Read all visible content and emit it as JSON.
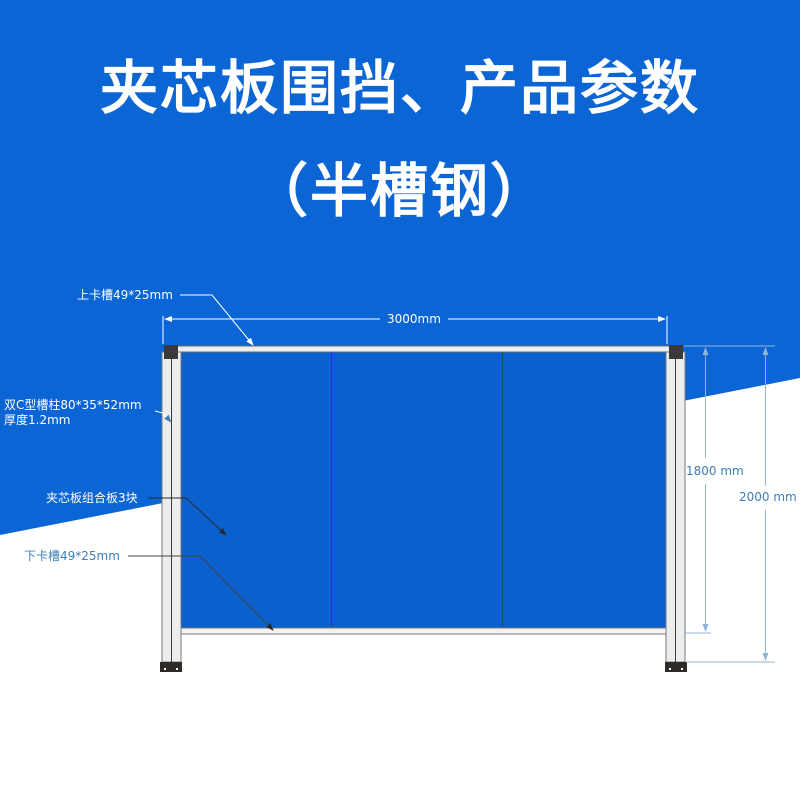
{
  "title": {
    "line1": "夹芯板围挡、产品参数",
    "line2": "（半槽钢）"
  },
  "colors": {
    "background_blue": "#0B65D4",
    "panel_blue": "#0A60CC",
    "background_white": "#FFFFFF",
    "frame_light": "#EDEDED",
    "frame_dark": "#3A3A3A",
    "dimension_line_blue_bg": "#FFFFFF",
    "dimension_line_white_bg": "#8DB6D9",
    "label_on_white": "#3D7FB8"
  },
  "labels": {
    "top_rail": "上卡槽49*25mm",
    "post_line1": "双C型槽柱80*35*52mm",
    "post_line2": "厚度1.2mm",
    "panels": "夹芯板组合板3块",
    "bottom_rail": "下卡槽49*25mm"
  },
  "dimensions": {
    "width": "3000mm",
    "panel_height": "1800 mm",
    "total_height": "2000 mm"
  },
  "structure": {
    "panel_count": 3,
    "post_count": 2
  }
}
